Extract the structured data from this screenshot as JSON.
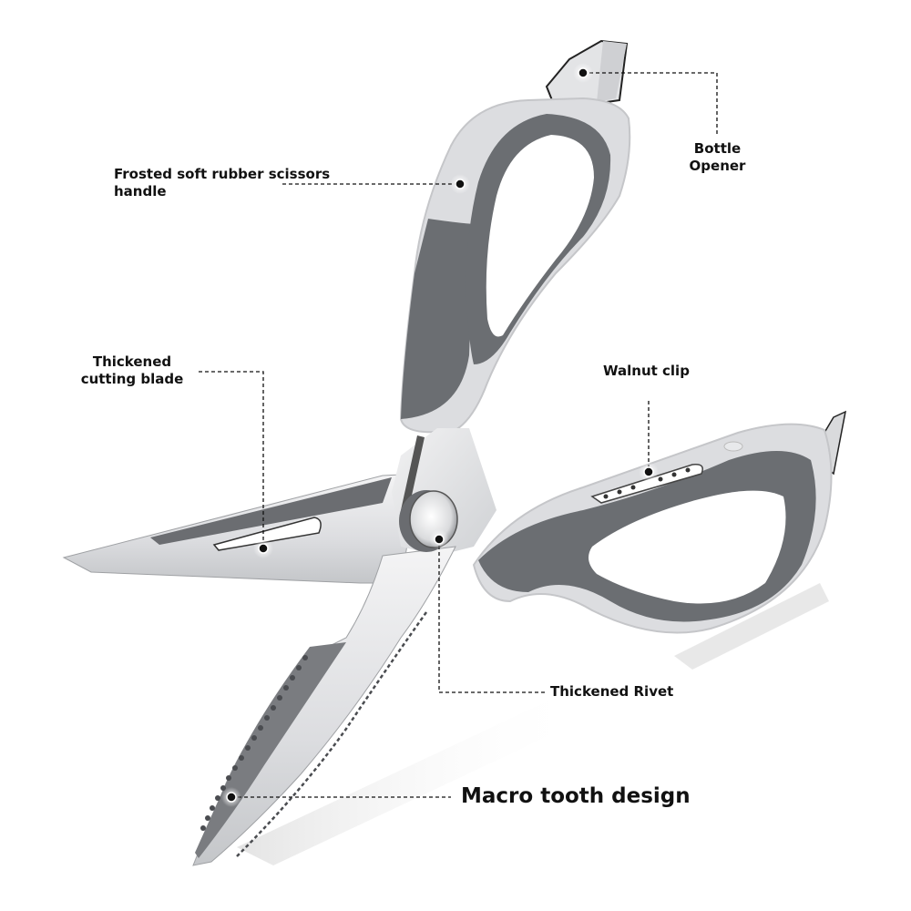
{
  "colors": {
    "background": "#ffffff",
    "handle_light": "#dcdde0",
    "handle_dark": "#6b6e72",
    "steel_light": "#e9eaec",
    "steel_mid": "#b9bbbe",
    "steel_dark": "#5f6166",
    "callout_line": "#111111",
    "text": "#111111"
  },
  "callouts": {
    "handle": {
      "text": "Frosted soft rubber scissors",
      "text2": "handle"
    },
    "bottle_opener": {
      "text": "Bottle",
      "text2": "Opener"
    },
    "blade": {
      "text": "Thickened",
      "text2": "cutting blade"
    },
    "walnut_clip": {
      "text": "Walnut clip"
    },
    "rivet": {
      "text": "Thickened Rivet"
    },
    "teeth": {
      "text": "Macro tooth design"
    }
  }
}
